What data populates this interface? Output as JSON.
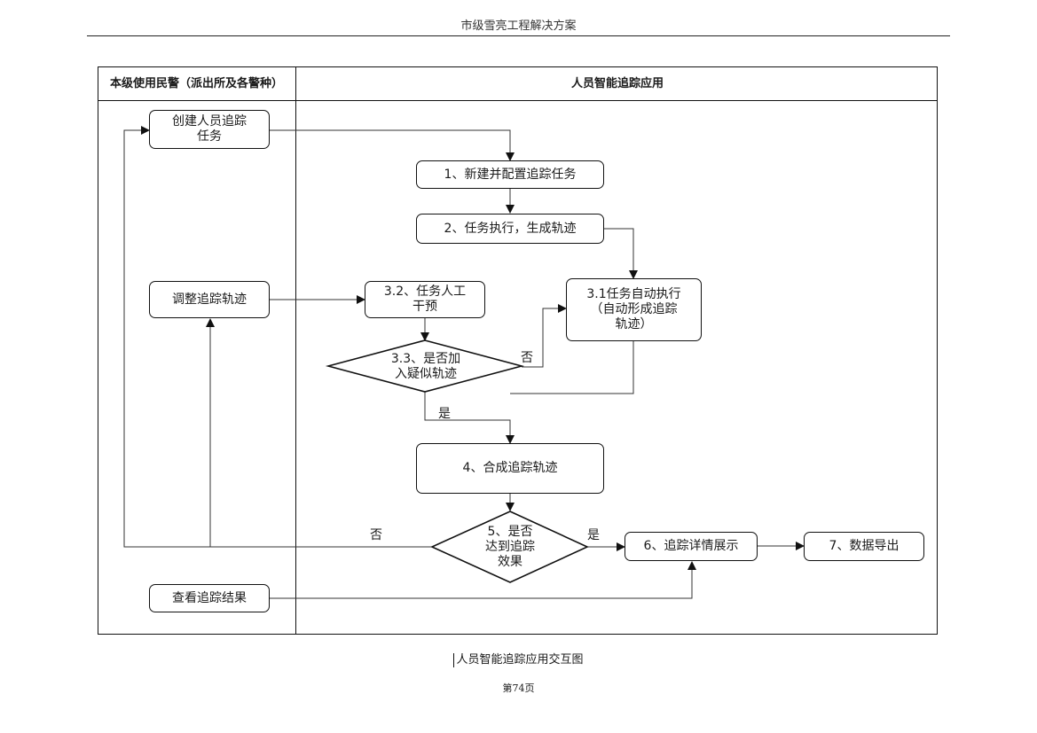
{
  "header": {
    "title": "市级雪亮工程解决方案"
  },
  "lanes": {
    "left": "本级使用民警（派出所及各警种）",
    "right": "人员智能追踪应用"
  },
  "nodes": {
    "create_task": "创建人员追踪\n任务",
    "adjust_track": "调整追踪轨迹",
    "view_result": "查看追踪结果",
    "step1": "1、新建并配置追踪任务",
    "step2": "2、任务执行，生成轨迹",
    "step3_1": "3.1任务自动执行\n（自动形成追踪\n轨迹）",
    "step3_2": "3.2、任务人工\n干预",
    "step3_3": "3.3、是否加\n入疑似轨迹",
    "step4": "4、合成追踪轨迹",
    "step5": "5、是否\n达到追踪\n效果",
    "step6": "6、追踪详情展示",
    "step7": "7、数据导出"
  },
  "edge_labels": {
    "no_33": "否",
    "yes_33": "是",
    "no_5": "否",
    "yes_5": "是"
  },
  "caption": "人员智能追踪应用交互图",
  "page": "第74页"
}
